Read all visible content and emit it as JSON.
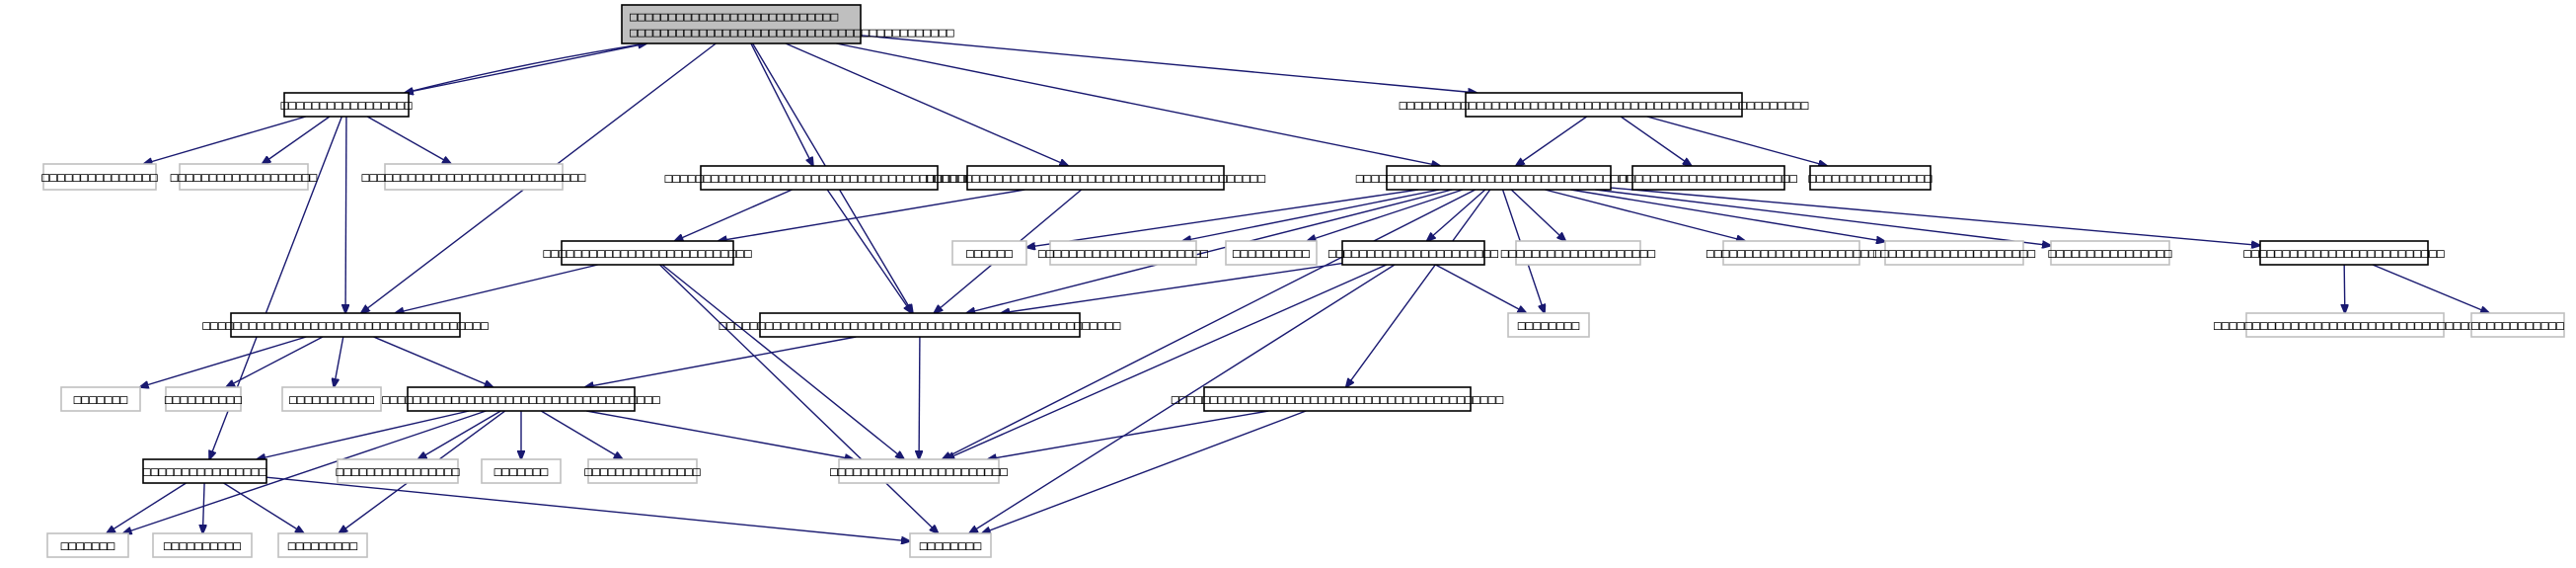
{
  "colors": {
    "edge": "#191970",
    "box_border": "#000000",
    "external_border": "#c0c0c0",
    "root_fill": "#bfbfbf",
    "fill": "#ffffff"
  },
  "nodes": {
    "root": {
      "lines": [
        "□□□□□□□□□□□□□□□□□□□□□□□□□□□",
        "□□□□□□□□□□□□□□□□□□□□□□□□□□□□□□□□□□□□□□□□□□"
      ],
      "kind": "root"
    },
    "n_a": {
      "lines": [
        "□□□□□□□□□□□□□□□□□"
      ],
      "kind": "box"
    },
    "n_a1": {
      "lines": [
        "□□□□□□□□□□□□□□□"
      ],
      "kind": "external"
    },
    "n_a2": {
      "lines": [
        "□□□□□□□□□□□□□□□□□□□"
      ],
      "kind": "external"
    },
    "n_a3": {
      "lines": [
        "□□□□□□□□□□□□□□□□□□□□□□□□□□□□□"
      ],
      "kind": "external"
    },
    "n_b": {
      "lines": [
        "□□□□□□□□□□□□□□□□□□□□□□□□□□□□□□□□□□□□□□□□"
      ],
      "kind": "box"
    },
    "n_c": {
      "lines": [
        "□□□□□□□□□□□□□□□□□□□□□□□□□□□□□□□□□□□□□□□□□□□□"
      ],
      "kind": "box"
    },
    "n_d": {
      "lines": [
        "□□□□□□□□□□□□□□□□□□□□□□□□□□□□□□□□□□□□□"
      ],
      "kind": "box"
    },
    "n_e": {
      "lines": [
        "□□□□□□□□□□□□□□□□□□□□□□□□□□□□□□□□□□□□□□□□□□□□□□□□□□□□□"
      ],
      "kind": "box"
    },
    "n_e1": {
      "lines": [
        "□□□□□□□□□□□□□□□□□□□□□□□"
      ],
      "kind": "box"
    },
    "n_e2": {
      "lines": [
        "□□□□□□□□□□□□□□□□"
      ],
      "kind": "box"
    },
    "n_f": {
      "lines": [
        "□□□□□□□□□□□□□□□□□□□□□□□□□□□"
      ],
      "kind": "box"
    },
    "n_g": {
      "lines": [
        "□□□□□□□□□□□□□□□□□□□□□□□□□□□□□□□□□□□□□□□□□□□□□□□□□□□□"
      ],
      "kind": "box"
    },
    "n_h": {
      "lines": [
        "□□□□□□□□□□□□□□□□□□□□□□□□□□□□□□□□□□□□□"
      ],
      "kind": "box"
    },
    "n_d1": {
      "lines": [
        "□□□□□□"
      ],
      "kind": "external"
    },
    "n_d2": {
      "lines": [
        "□□□□□□□□□□□□□□□□□□□□□□"
      ],
      "kind": "external"
    },
    "n_d3": {
      "lines": [
        "□□□□□□□□□□"
      ],
      "kind": "external"
    },
    "n_d4": {
      "lines": [
        "□□□□□□□□□□□□□□□□□□□□□□"
      ],
      "kind": "box"
    },
    "n_d5": {
      "lines": [
        "□□□□□□□□□□□□□□□□□□□□"
      ],
      "kind": "external"
    },
    "n_d6": {
      "lines": [
        "□□□□□□□□□□□□□□□□□□□□□□"
      ],
      "kind": "external"
    },
    "n_d7": {
      "lines": [
        "□□□□□□□□□□□□□□□□□□□□□"
      ],
      "kind": "external"
    },
    "n_d8": {
      "lines": [
        "□□□□□□□□□□□□□□□□"
      ],
      "kind": "external"
    },
    "n_d9": {
      "lines": [
        "□□□□□□□□□□□□□□□□□□□□□□□□□□"
      ],
      "kind": "box"
    },
    "n_d4a": {
      "lines": [
        "□□□□□□□□"
      ],
      "kind": "external"
    },
    "n_d9a": {
      "lines": [
        "□□□□□□□□□□□□□□□□□□□□□□□□□□□□□□□□□□"
      ],
      "kind": "external"
    },
    "n_d9b": {
      "lines": [
        "□□□□□□□□□□□□"
      ],
      "kind": "external"
    },
    "n_h1": {
      "lines": [
        "□□□□□□□"
      ],
      "kind": "external"
    },
    "n_h2": {
      "lines": [
        "□□□□□□□□□□"
      ],
      "kind": "external"
    },
    "n_h3": {
      "lines": [
        "□□□□□□□□□□□"
      ],
      "kind": "external"
    },
    "n_i": {
      "lines": [
        "□□□□□□□□□□□□□□□□□□□□□□□□□□□□□□□□□□□□"
      ],
      "kind": "box"
    },
    "n_i1": {
      "lines": [
        "□□□□□□□□□□□□□□□□"
      ],
      "kind": "external"
    },
    "n_i2": {
      "lines": [
        "□□□□□□□"
      ],
      "kind": "external"
    },
    "n_i3": {
      "lines": [
        "□□□□□□□□□□□□□□□"
      ],
      "kind": "external"
    },
    "n_j": {
      "lines": [
        "□□□□□□□□□□□□□□□□"
      ],
      "kind": "box"
    },
    "n_k": {
      "lines": [
        "□□□□□□□□□□□□□□□□□□□□□□□"
      ],
      "kind": "external"
    },
    "n_l1": {
      "lines": [
        "□□□□□□□"
      ],
      "kind": "external"
    },
    "n_l2": {
      "lines": [
        "□□□□□□□□□□"
      ],
      "kind": "external"
    },
    "n_l3": {
      "lines": [
        "□□□□□□□□□"
      ],
      "kind": "external"
    },
    "n_l4": {
      "lines": [
        "□□□□□□□□"
      ],
      "kind": "external"
    }
  },
  "edges": [
    [
      "root",
      "n_a"
    ],
    [
      "n_a",
      "root"
    ],
    [
      "root",
      "n_b"
    ],
    [
      "root",
      "n_c"
    ],
    [
      "root",
      "n_d"
    ],
    [
      "root",
      "n_e"
    ],
    [
      "root",
      "n_g"
    ],
    [
      "root",
      "n_h"
    ],
    [
      "n_a",
      "n_a1"
    ],
    [
      "n_a",
      "n_a2"
    ],
    [
      "n_a",
      "n_a3"
    ],
    [
      "n_a",
      "n_h"
    ],
    [
      "n_a",
      "n_j"
    ],
    [
      "n_e",
      "n_d"
    ],
    [
      "n_e",
      "n_e1"
    ],
    [
      "n_e",
      "n_e2"
    ],
    [
      "n_b",
      "n_f"
    ],
    [
      "n_b",
      "n_g"
    ],
    [
      "n_c",
      "n_f"
    ],
    [
      "n_c",
      "n_g"
    ],
    [
      "n_d",
      "n_g"
    ],
    [
      "n_d",
      "n_d1"
    ],
    [
      "n_d",
      "n_d2"
    ],
    [
      "n_d",
      "n_d3"
    ],
    [
      "n_d",
      "n_d4"
    ],
    [
      "n_d",
      "n_d5"
    ],
    [
      "n_d",
      "n_d6"
    ],
    [
      "n_d",
      "n_d7"
    ],
    [
      "n_d",
      "n_d8"
    ],
    [
      "n_d",
      "n_d9"
    ],
    [
      "n_d",
      "n_d4a"
    ],
    [
      "n_d",
      "n_k"
    ],
    [
      "n_f",
      "n_h"
    ],
    [
      "n_f",
      "n_k"
    ],
    [
      "n_f",
      "n_l4"
    ],
    [
      "n_d4",
      "n_g"
    ],
    [
      "n_d4",
      "n_d4a"
    ],
    [
      "n_d4",
      "n_k"
    ],
    [
      "n_d4",
      "n_l4"
    ],
    [
      "n_d9",
      "n_d9a"
    ],
    [
      "n_d9",
      "n_d9b"
    ],
    [
      "n_g",
      "n_i"
    ],
    [
      "n_g",
      "n_k"
    ],
    [
      "n_h",
      "n_h1"
    ],
    [
      "n_h",
      "n_h2"
    ],
    [
      "n_h",
      "n_h3"
    ],
    [
      "n_h",
      "n_i"
    ],
    [
      "n_i",
      "n_j"
    ],
    [
      "n_i",
      "n_i1"
    ],
    [
      "n_i",
      "n_i2"
    ],
    [
      "n_i",
      "n_i3"
    ],
    [
      "n_i",
      "n_k"
    ],
    [
      "n_i",
      "n_l1"
    ],
    [
      "n_i",
      "n_l3"
    ],
    [
      "n_j",
      "n_l1"
    ],
    [
      "n_j",
      "n_l2"
    ],
    [
      "n_j",
      "n_l3"
    ],
    [
      "n_j",
      "n_l4"
    ],
    [
      "n_m",
      "n_k"
    ],
    [
      "n_m",
      "n_l4"
    ],
    [
      "n_d",
      "n_m"
    ]
  ]
}
